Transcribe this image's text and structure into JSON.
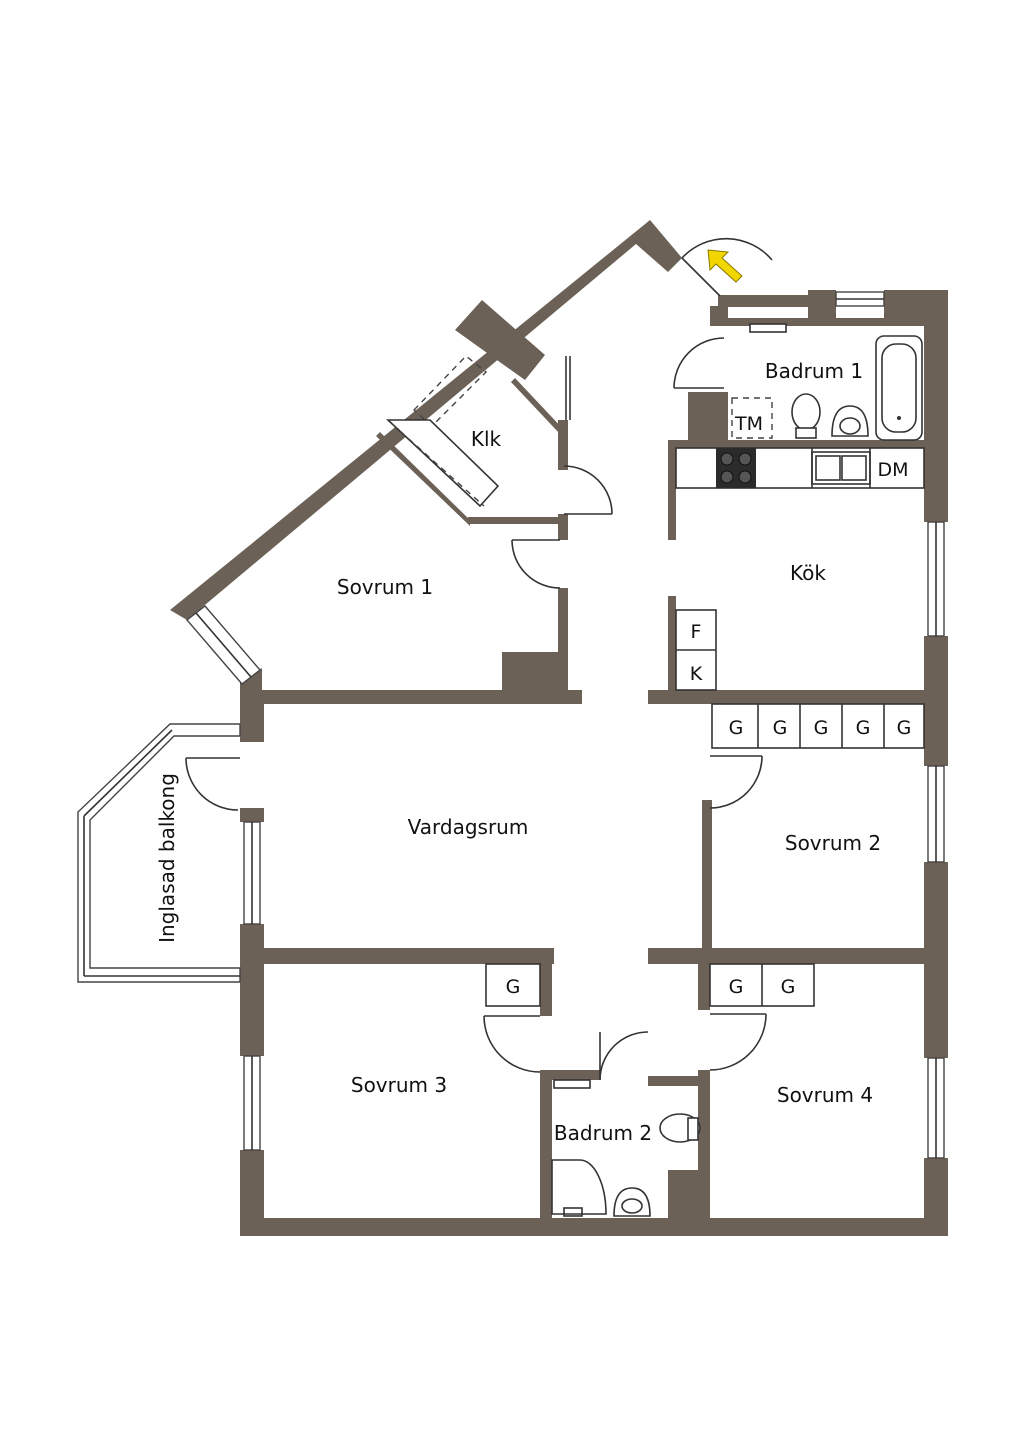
{
  "rooms": {
    "badrum1": "Badrum 1",
    "klk": "Klk",
    "sovrum1": "Sovrum 1",
    "kok": "Kök",
    "vardagsrum": "Vardagsrum",
    "sovrum2": "Sovrum 2",
    "sovrum3": "Sovrum 3",
    "badrum2": "Badrum 2",
    "sovrum4": "Sovrum 4",
    "balkong": "Inglasad balkong"
  },
  "fixtures": {
    "tm": "TM",
    "dm": "DM",
    "f": "F",
    "k": "K",
    "g": "G"
  },
  "colors": {
    "wall": "#6b6157",
    "entrance_arrow": "#f2d600"
  }
}
